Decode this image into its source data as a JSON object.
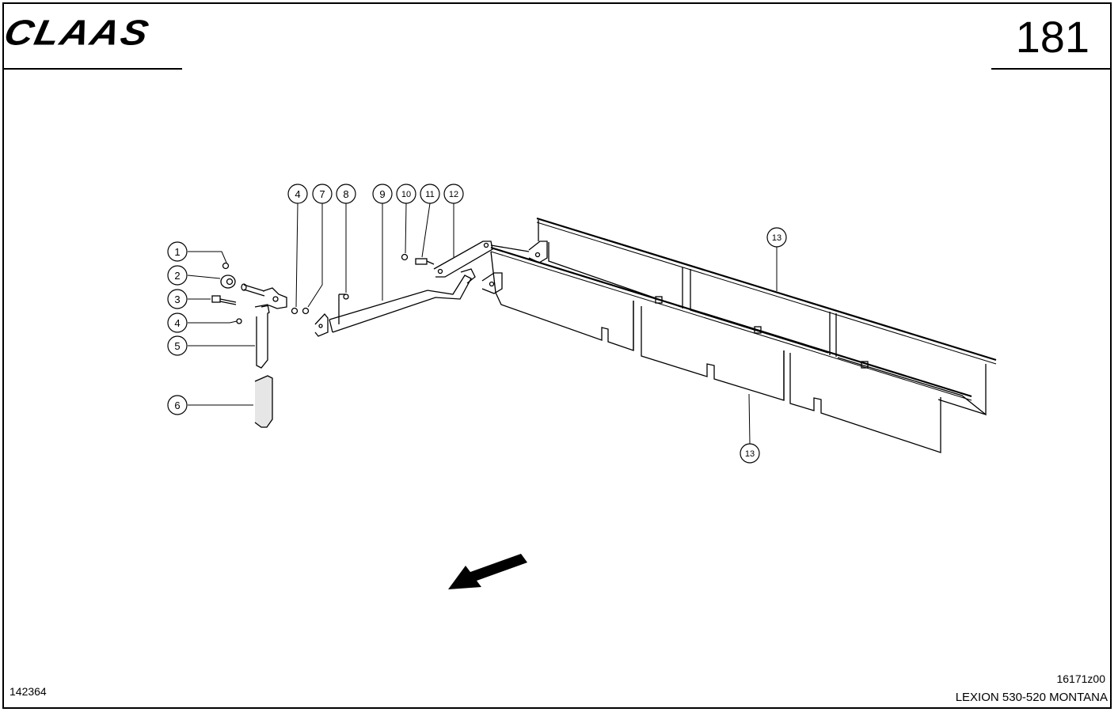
{
  "header": {
    "logo": "CLAAS",
    "page_number": "181"
  },
  "footer": {
    "document_number": "142364",
    "drawing_code": "16171z00",
    "model": "LEXION 530-520 MONTANA"
  },
  "callouts": [
    "1",
    "2",
    "3",
    "4",
    "5",
    "6",
    "4",
    "7",
    "8",
    "9",
    "10",
    "11",
    "12",
    "13",
    "13"
  ],
  "icons": {
    "direction": "direction-arrow-icon"
  }
}
